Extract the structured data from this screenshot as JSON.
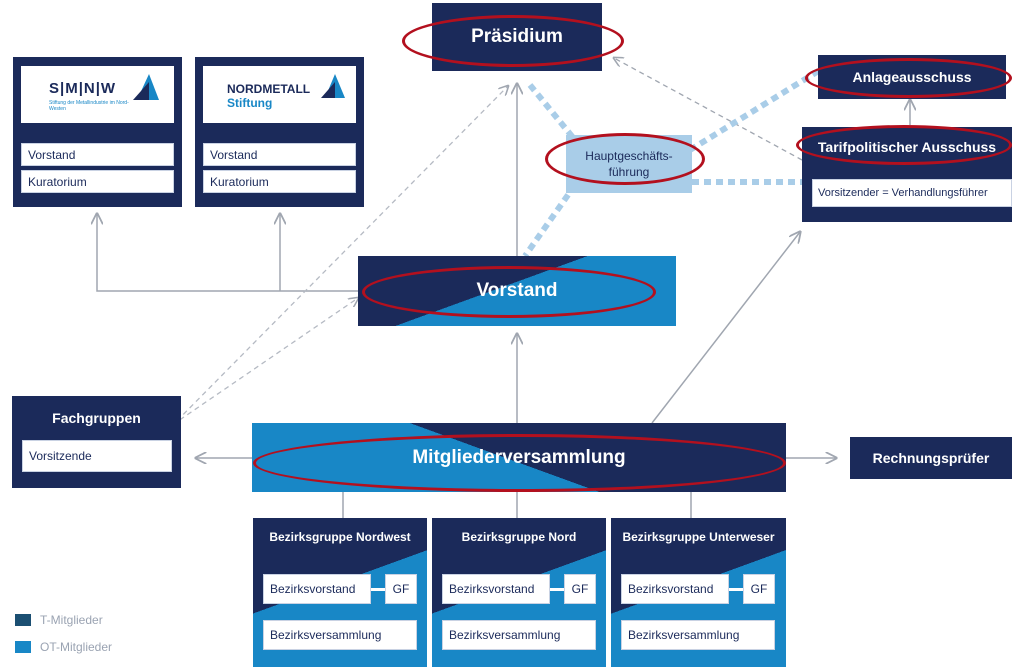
{
  "presidium": {
    "label": "Präsidium"
  },
  "foundations": [
    {
      "logo_main": "S|M|N|W",
      "logo_sub": "Stiftung der Metallindustrie im Nord-Westen",
      "rows": [
        "Vorstand",
        "Kuratorium"
      ]
    },
    {
      "logo_main": "NORDMETALL",
      "logo_sub": "Stiftung",
      "rows": [
        "Vorstand",
        "Kuratorium"
      ]
    }
  ],
  "management": {
    "label": "Hauptgeschäfts-\nführung"
  },
  "committees": {
    "investment": "Anlageausschuss",
    "tariff": "Tarifpolitischer Ausschuss",
    "tariff_note": "Vorsitzender = Verhandlungsführer"
  },
  "board": {
    "label": "Vorstand"
  },
  "specialist_groups": {
    "title": "Fachgruppen",
    "row": "Vorsitzende"
  },
  "assembly": {
    "label": "Mitgliederversammlung"
  },
  "auditors": {
    "label": "Rechnungsprüfer"
  },
  "districts": [
    {
      "title": "Bezirksgruppe Nordwest",
      "board": "Bezirksvorstand",
      "gf": "GF",
      "assembly": "Bezirksversammlung"
    },
    {
      "title": "Bezirksgruppe Nord",
      "board": "Bezirksvorstand",
      "gf": "GF",
      "assembly": "Bezirksversammlung"
    },
    {
      "title": "Bezirksgruppe Unterweser",
      "board": "Bezirksvorstand",
      "gf": "GF",
      "assembly": "Bezirksversammlung"
    }
  ],
  "legend": [
    {
      "label": "T-Mitglieder",
      "color": "#1b4f72"
    },
    {
      "label": "OT-Mitglieder",
      "color": "#1887c6"
    }
  ],
  "colors": {
    "navy": "#1b2a5a",
    "blue": "#1887c6",
    "light_blue": "#a9cde8",
    "highlight": "#b3101e"
  }
}
